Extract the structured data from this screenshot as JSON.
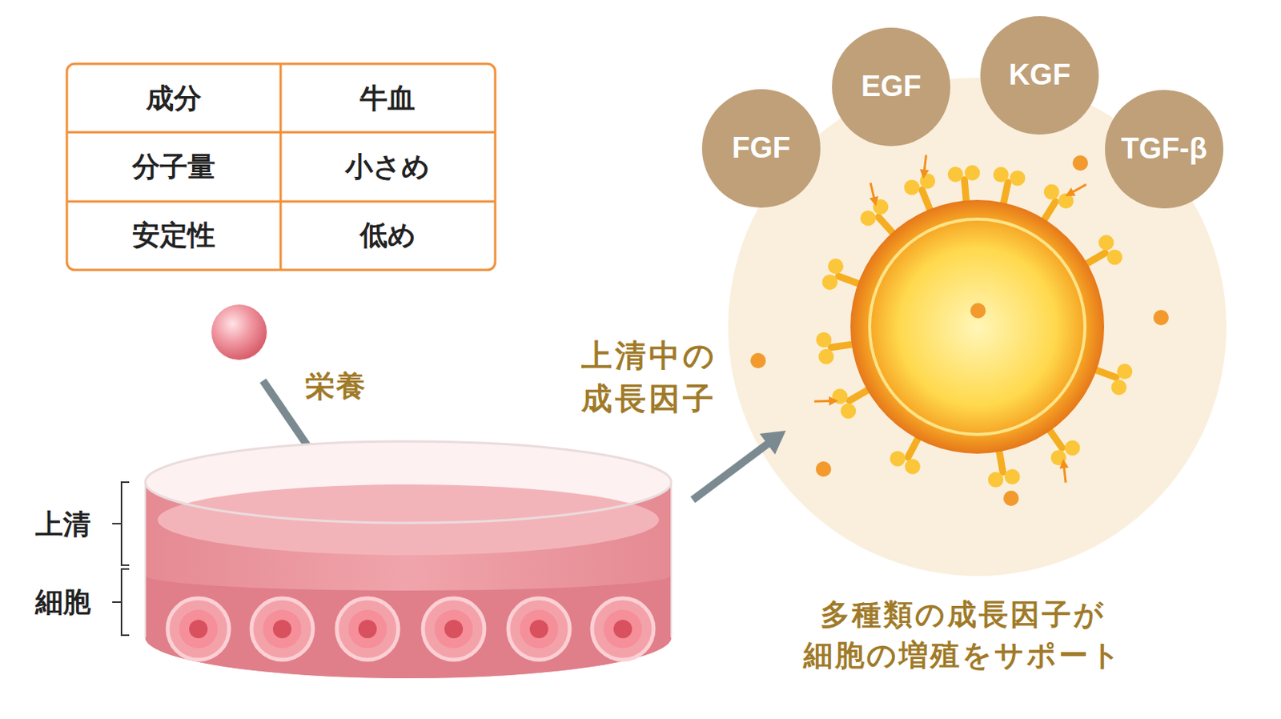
{
  "diagram": {
    "nodes": [
      {
        "text": [
          "FGF"
        ]
      },
      {
        "text": [
          "EGF"
        ]
      },
      {
        "text": [
          "KGF"
        ]
      },
      {
        "text": [
          "TGF-β"
        ]
      }
    ],
    "labels": [
      "成分",
      "牛血",
      "分子量",
      "小さめ",
      "安定性",
      "低め",
      "栄養",
      "上清",
      "細胞",
      "上清中の 成長因子",
      "多種類の成長因子が 細胞の増殖をサポート"
    ]
  }
}
